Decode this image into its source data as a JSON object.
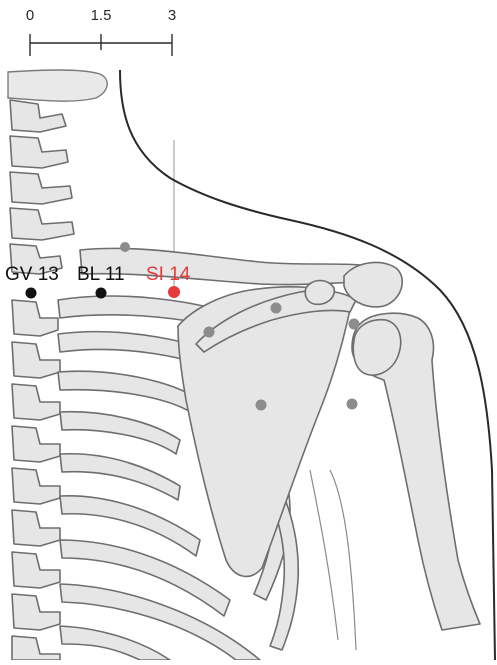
{
  "scale": {
    "ticks": [
      "0",
      "1.5",
      "3"
    ]
  },
  "points": [
    {
      "id": "gv13",
      "label": "GV 13",
      "color": "#111111",
      "highlight": false
    },
    {
      "id": "bl11",
      "label": "BL 11",
      "color": "#111111",
      "highlight": false
    },
    {
      "id": "si14",
      "label": "SI 14",
      "color": "#e5393a",
      "highlight": true
    }
  ],
  "other_points_color": "#8c8c8c",
  "colors": {
    "bone_fill": "#e6e6e6",
    "bone_stroke": "#6e6e6e",
    "body_outline": "#2a2a2a",
    "highlight": "#e5393a"
  }
}
